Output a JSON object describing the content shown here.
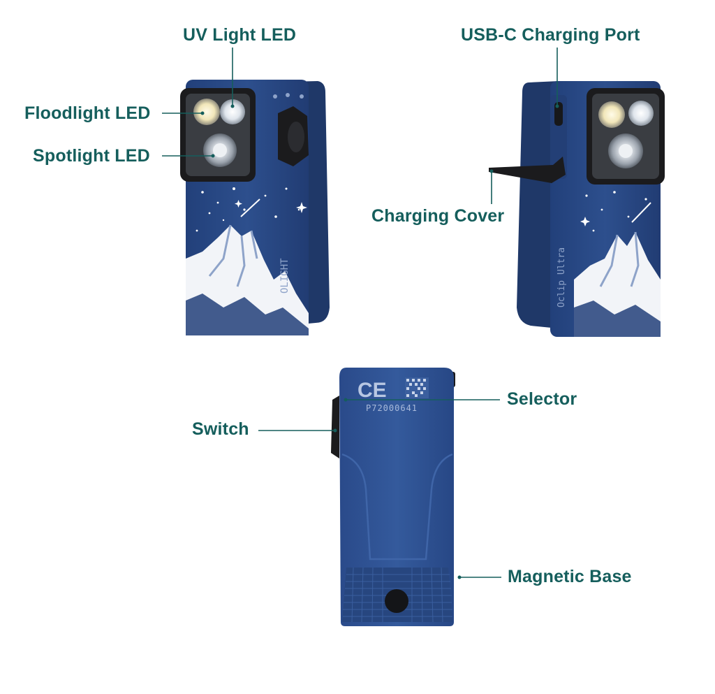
{
  "labels": {
    "uv_light_led": "UV Light LED",
    "usb_c_charging_port": "USB-C Charging Port",
    "floodlight_led": "Floodlight LED",
    "spotlight_led": "Spotlight LED",
    "charging_cover": "Charging Cover",
    "selector": "Selector",
    "switch": "Switch",
    "magnetic_base": "Magnetic Base"
  },
  "product_markings": {
    "ce_mark": "CE",
    "serial_number": "P72000641"
  },
  "colors": {
    "label_text": "#155e5c",
    "body_blue": "#2b4a86",
    "body_dark": "#1e355f",
    "bezel": "#1b1b1d",
    "snow": "#f2f4f8"
  }
}
